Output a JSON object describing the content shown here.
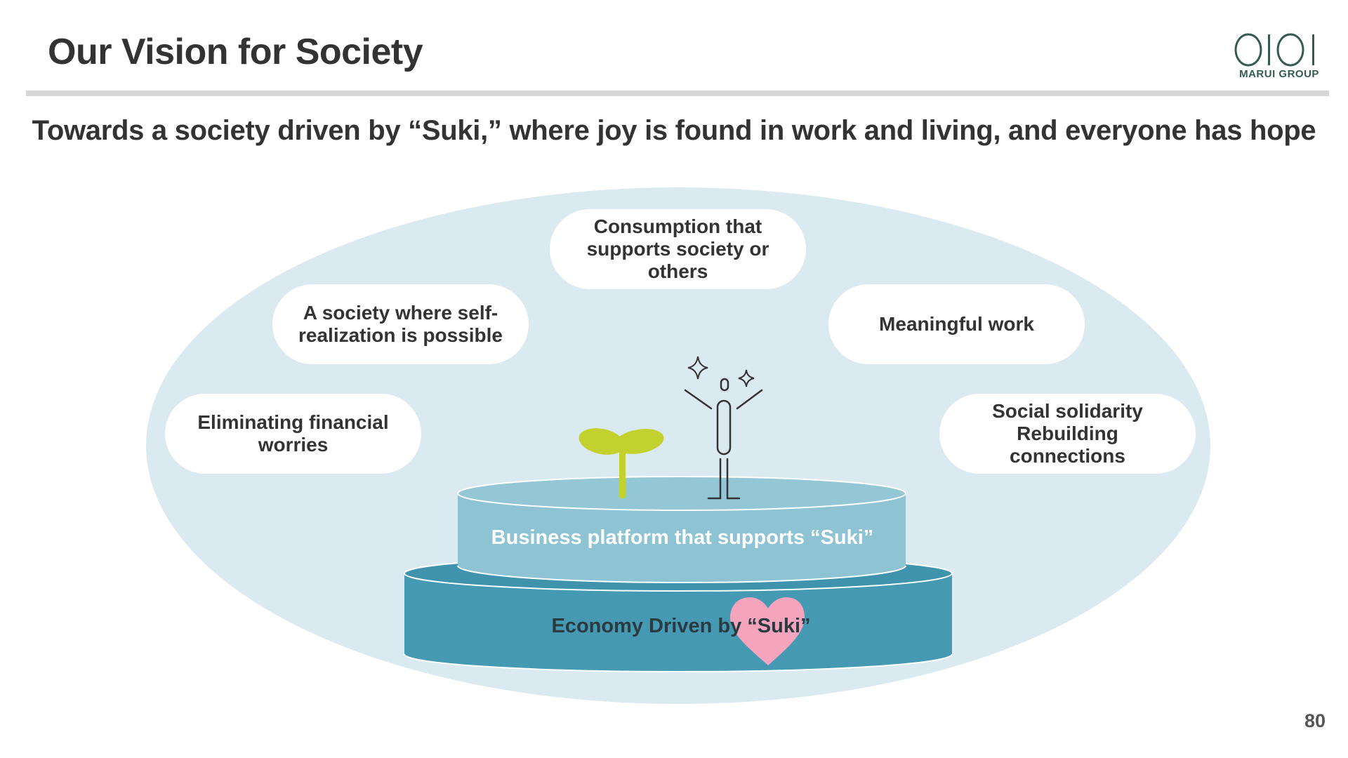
{
  "slide": {
    "title": "Our Vision for Society",
    "subtitle": "Towards a society driven by “Suki,” where joy is found in work and living, and everyone has hope",
    "page_number": "80"
  },
  "logo": {
    "mark": "OIOI",
    "wordmark": "MARUI GROUP"
  },
  "diagram": {
    "pills": {
      "consumption": "Consumption that\nsupports society or\nothers",
      "self_realization": "A society where self-\nrealization is possible",
      "meaningful_work": "Meaningful work",
      "financial": "Eliminating financial\nworries",
      "solidarity": "Social solidarity\nRebuilding\nconnections"
    },
    "top_tier_label": "Business platform that supports “Suki”",
    "bottom_tier_label": "Economy Driven by “Suki”"
  },
  "colors": {
    "ellipse": "#dbeaf0",
    "top_tier": "#8ec3d3",
    "bottom_tier": "#4599b3",
    "heart": "#f4a5bd",
    "sprout": "#c3d12e"
  }
}
